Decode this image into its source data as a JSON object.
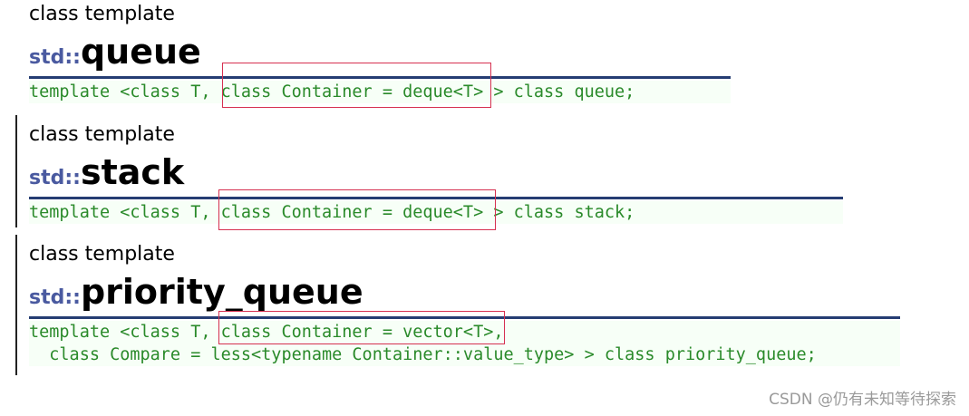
{
  "sections": [
    {
      "kind": "class template",
      "namespace": "std::",
      "name": "queue",
      "code_lines": [
        "template <class T, class Container = deque<T> > class queue;"
      ]
    },
    {
      "kind": "class template",
      "namespace": "std::",
      "name": "stack",
      "code_lines": [
        "template <class T, class Container = deque<T> > class stack;"
      ]
    },
    {
      "kind": "class template",
      "namespace": "std::",
      "name": "priority_queue",
      "code_lines": [
        "template <class T, class Container = vector<T>,",
        "  class Compare = less<typename Container::value_type> > class priority_queue;"
      ]
    }
  ],
  "watermark": "CSDN @仍有未知等待探索",
  "colors": {
    "namespace": "#4a5aa0",
    "rule": "#253d73",
    "code_text": "#2a8a2a",
    "code_bg": "#f7fff7",
    "highlight_box": "#d63050"
  }
}
